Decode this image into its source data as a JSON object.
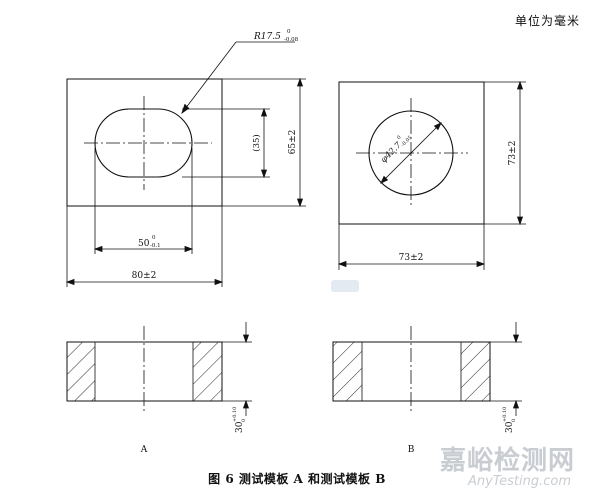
{
  "header": {
    "unit_label": "单位为毫米"
  },
  "drawing_a": {
    "radius_label": "R17.5",
    "radius_tol_upper": "0",
    "radius_tol_lower": "-0.08",
    "width_label": "80±2",
    "height_label": "65±2",
    "slot_height_label": "(35)",
    "slot_length_label": "50",
    "slot_tol_upper": "0",
    "slot_tol_lower": "-0.1",
    "section_label": "A"
  },
  "drawing_b": {
    "diameter_label": "φ42.7",
    "diameter_tol_upper": "0",
    "diameter_tol_lower": "-0.05",
    "width_label": "73±2",
    "height_label": "73±2",
    "section_label": "B"
  },
  "section": {
    "thickness_label": "30",
    "thickness_tol_upper": "+0.10",
    "thickness_tol_lower": "0"
  },
  "caption": "图 6   测试模板 A 和测试模板 B",
  "watermark": {
    "main": "嘉峪检测网",
    "sub": "AnyTesting.com"
  }
}
